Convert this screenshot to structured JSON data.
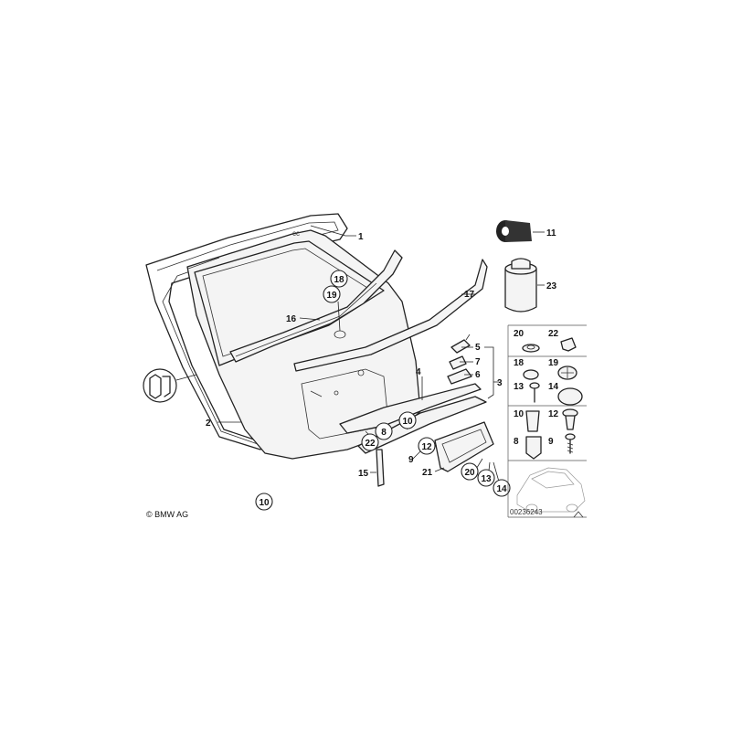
{
  "diagram": {
    "callouts_plain": {
      "p1": "1",
      "p2": "2",
      "p3": "3",
      "p4": "4",
      "p5": "5",
      "p6": "6",
      "p7": "7",
      "p9": "9",
      "p11": "11",
      "p15": "15",
      "p16": "16",
      "p17": "17",
      "p21": "21",
      "p23": "23"
    },
    "callouts_circled": {
      "c18": "18",
      "c19": "19",
      "c10a": "10",
      "c8": "8",
      "c22": "22",
      "c12": "12",
      "c20": "20",
      "c13": "13",
      "c14": "14",
      "c10b": "10"
    },
    "grid_labels": {
      "g20": "20",
      "g22": "22",
      "g18": "18",
      "g19": "19",
      "g13": "13",
      "g14": "14",
      "g10": "10",
      "g12": "12",
      "g8": "8",
      "g9": "9"
    },
    "copyright": "© BMW AG",
    "diagram_code": "00236243"
  }
}
